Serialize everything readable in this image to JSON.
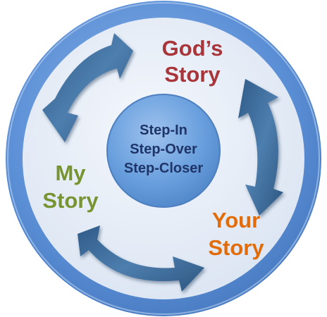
{
  "colors": {
    "outer_ring": "#5b8fd6",
    "outer_ring_edge": "#6f9fe0",
    "inner_disc": "#e9eff8",
    "center_disc": "#5b95d8",
    "center_text": "#1f3568",
    "arrow": "#3e6a97",
    "gods_story": "#a8353a",
    "your_story": "#e36c0a",
    "my_story": "#779433"
  },
  "center": {
    "line1": "Step-In",
    "line2": "Step-Over",
    "line3": "Step-Closer"
  },
  "gods_story": {
    "line1": "God’s",
    "line2": "Story"
  },
  "your_story": {
    "line1": "Your",
    "line2": "Story"
  },
  "my_story": {
    "line1": "My",
    "line2": "Story"
  },
  "icons": {
    "arrows": [
      "curved-arrow-icon",
      "curved-arrow-icon",
      "curved-arrow-icon"
    ]
  }
}
